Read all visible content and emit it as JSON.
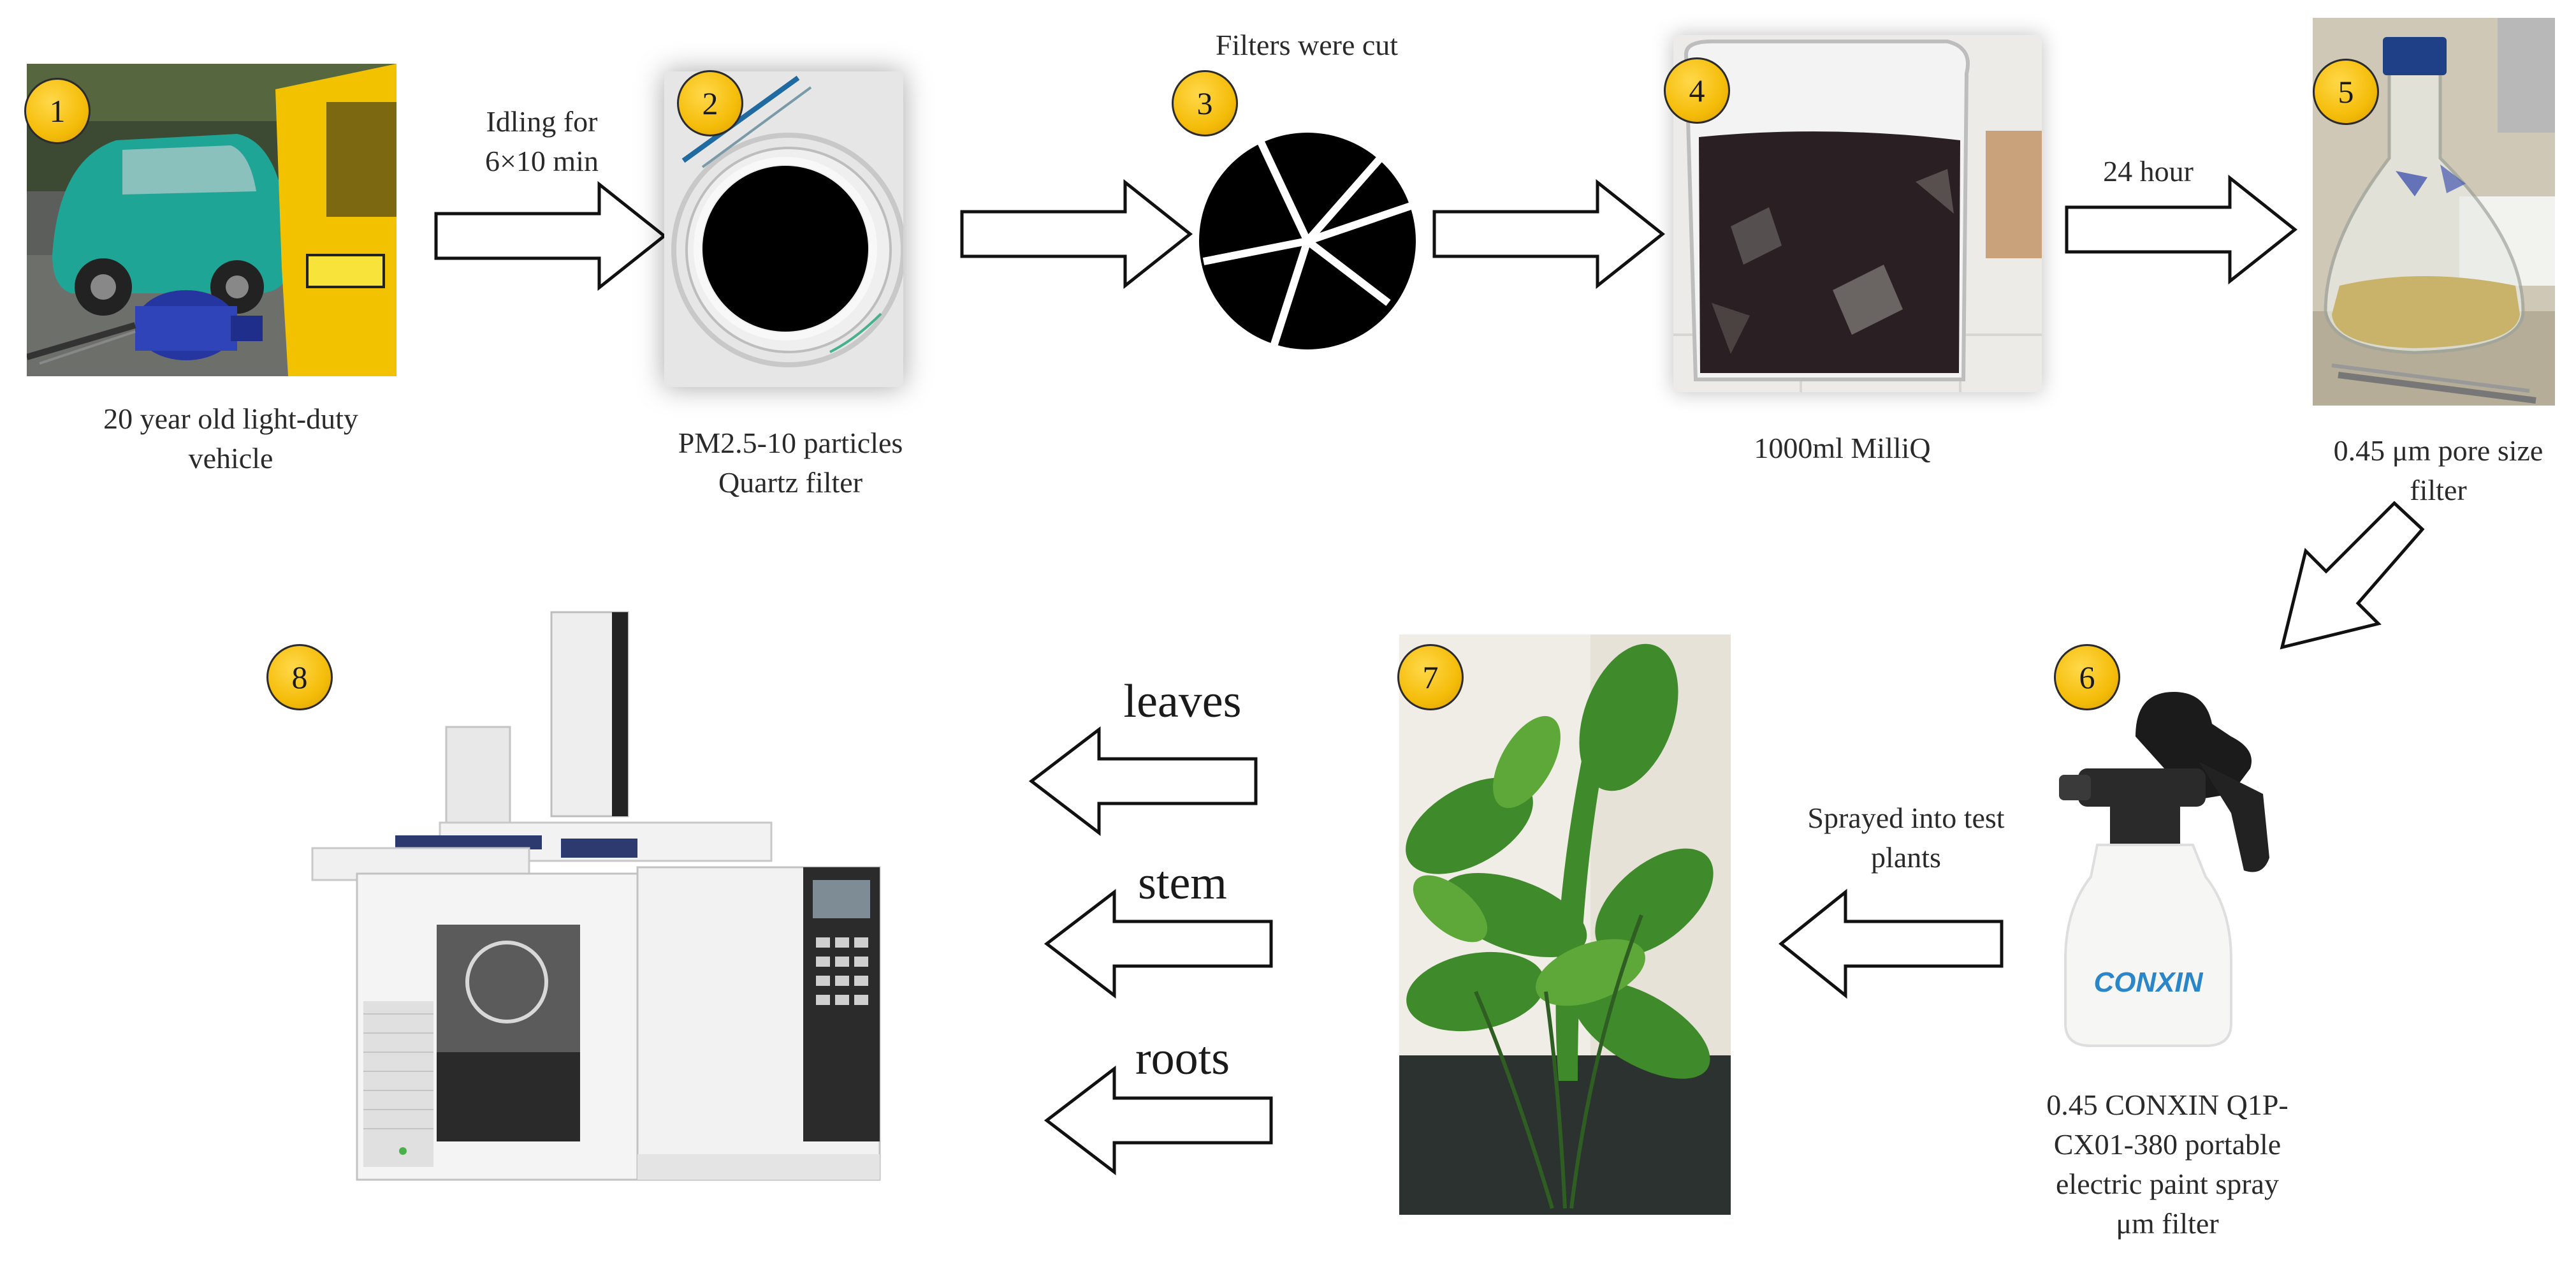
{
  "steps": [
    {
      "num": "1",
      "caption": [
        "20 year old light-duty",
        "vehicle"
      ]
    },
    {
      "num": "2",
      "caption": [
        "PM2.5-10 particles",
        "Quartz filter"
      ]
    },
    {
      "num": "3",
      "caption": [
        "Filters were cut"
      ]
    },
    {
      "num": "4",
      "caption": [
        "1000ml MilliQ"
      ]
    },
    {
      "num": "5",
      "caption": [
        "0.45 μm pore size",
        "filter"
      ]
    },
    {
      "num": "6",
      "caption": [
        "0.45 CONXIN Q1P-",
        "CX01-380 portable",
        "electric paint spray",
        "μm filter"
      ]
    },
    {
      "num": "7",
      "caption": []
    },
    {
      "num": "8",
      "caption": []
    }
  ],
  "arrow_labels": {
    "idling": [
      "Idling for",
      "6×10 min"
    ],
    "hours": "24 hour",
    "sprayed": [
      "Sprayed into test",
      "plants"
    ],
    "leaves": "leaves",
    "stem": "stem",
    "roots": "roots"
  },
  "sprayer_brand": "CONXIN",
  "colors": {
    "badge": "#f5bd0a",
    "car_green": "#1fa596",
    "van_yellow": "#f2c200",
    "filter_black": "#000000",
    "liquid_dark": "#2a1f22",
    "leaf_green": "#3f8a2a",
    "brand_blue": "#2a86c8"
  }
}
